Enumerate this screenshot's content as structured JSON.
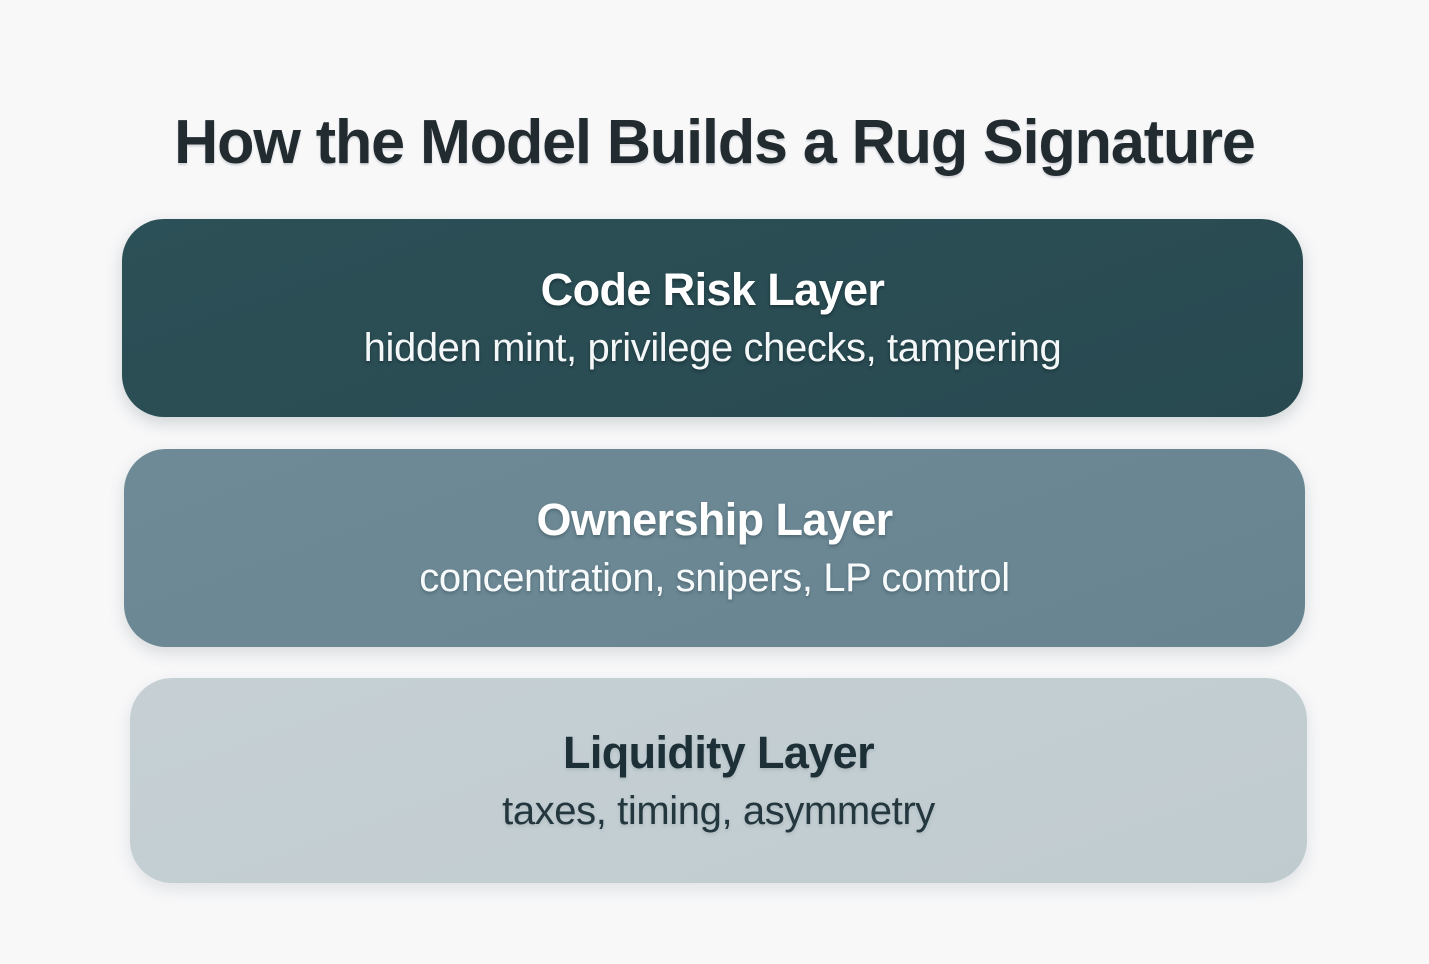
{
  "page": {
    "title": "How the Model Builds a Rug Signature",
    "background_color": "#F8F8F9",
    "title_color": "#222B30"
  },
  "layers": [
    {
      "name": "code-risk-layer",
      "title": "Code Risk Layer",
      "subtitle": "hidden mint, privilege checks, tampering",
      "background_color": "#2A4C53",
      "text_color": "#FFFFFF"
    },
    {
      "name": "ownership-layer",
      "title": "Ownership Layer",
      "subtitle": "concentration, snipers, LP comtrol",
      "background_color": "#6B8793",
      "text_color": "#FFFFFF"
    },
    {
      "name": "liquidity-layer",
      "title": "Liquidity Layer",
      "subtitle": "taxes, timing, asymmetry",
      "background_color": "#C3CED2",
      "text_color": "#1E3037"
    }
  ]
}
